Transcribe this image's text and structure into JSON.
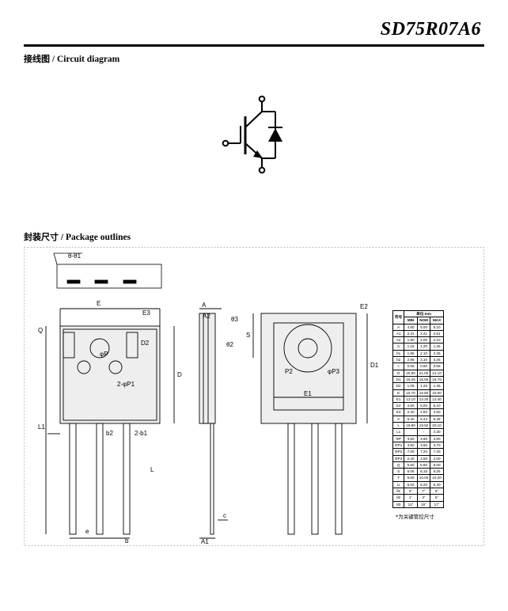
{
  "header": {
    "part_number": "SD75R07A6"
  },
  "circuit_section": {
    "title_cn": "接线图",
    "title_en": "/ Circuit diagram"
  },
  "package_section": {
    "title_cn": "封装尺寸",
    "title_en": "/ Package outlines"
  },
  "dimension_labels": {
    "front": [
      "E",
      "E3",
      "φP",
      "Q",
      "D2",
      "D",
      "L1",
      "b2",
      "2-b1",
      "e",
      "L",
      "b",
      "2-φP1",
      "θ-θ1"
    ],
    "side": [
      "A",
      "A2",
      "θ3",
      "θ2",
      "A1",
      "c"
    ],
    "back": [
      "S",
      "E2",
      "D1",
      "P2",
      "φP3",
      "E1"
    ]
  },
  "table": {
    "header_symbol": "符号",
    "header_unit": "单位:mm",
    "columns": [
      "MIN",
      "NOM",
      "MAX"
    ],
    "rows": [
      [
        "A",
        "4.80",
        "5.00",
        "5.10"
      ],
      [
        "A1",
        "2.31",
        "2.41",
        "2.51"
      ],
      [
        "A2",
        "1.90",
        "2.00",
        "2.10"
      ],
      [
        "b",
        "1.15",
        "1.20",
        "1.25"
      ],
      [
        "b1",
        "1.95",
        "2.10",
        "2.25"
      ],
      [
        "b2",
        "2.95",
        "3.10",
        "3.25"
      ],
      [
        "c",
        "0.55",
        "0.60",
        "0.65"
      ],
      [
        "D",
        "20.90",
        "21.00",
        "21.10"
      ],
      [
        "D1",
        "16.25",
        "16.55",
        "16.75"
      ],
      [
        "D2",
        "1.05",
        "1.20",
        "1.35"
      ],
      [
        "E",
        "15.70",
        "15.80",
        "15.90"
      ],
      [
        "E1",
        "13.10",
        "13.30",
        "13.40"
      ],
      [
        "E2",
        "4.90",
        "5.00",
        "5.10"
      ],
      [
        "E3",
        "2.40",
        "2.50",
        "2.60"
      ],
      [
        "e",
        "5.40",
        "5.44",
        "5.48"
      ],
      [
        "L",
        "19.80",
        "19.92",
        "20.10"
      ],
      [
        "L1",
        "",
        "-",
        "4.30"
      ],
      [
        "ΦP",
        "3.50",
        "3.60",
        "3.90"
      ],
      [
        "ΦP1",
        "3.50",
        "3.60",
        "3.70"
      ],
      [
        "ΦP2",
        "7.00",
        "7.20",
        "7.40"
      ],
      [
        "ΦP3",
        "2.40",
        "2.50",
        "2.60"
      ],
      [
        "Q",
        "5.60",
        "5.80",
        "6.00"
      ],
      [
        "S",
        "6.05",
        "6.15",
        "6.25"
      ],
      [
        "T",
        "9.80",
        "10.00",
        "10.20"
      ],
      [
        "U",
        "6.00",
        "6.20",
        "6.40"
      ],
      [
        "θ1",
        "5°",
        "7°",
        "9°"
      ],
      [
        "θ2",
        "1°",
        "3°",
        "5°"
      ],
      [
        "θ3",
        "13°",
        "15°",
        "17°"
      ]
    ]
  },
  "table_note": "*为关键管控尺寸"
}
